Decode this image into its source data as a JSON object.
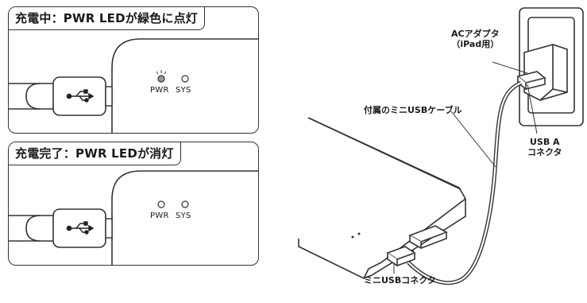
{
  "panels": {
    "charging": {
      "title": "充電中：PWR LEDが緑色に点灯",
      "led_pwr": "PWR",
      "led_sys": "SYS"
    },
    "complete": {
      "title": "充電完了：PWR LEDが消灯",
      "led_pwr": "PWR",
      "led_sys": "SYS"
    }
  },
  "callouts": {
    "ac_adapter_line1": "ACアダプタ",
    "ac_adapter_line2": "（iPad用）",
    "cable": "付属のミニUSBケーブル",
    "usb_a_line1": "USB A",
    "usb_a_line2": "コネクタ",
    "mini_usb": "ミニUSBコネクタ"
  },
  "icons": [
    "usb-icon",
    "led-lit-icon",
    "led-off-icon",
    "ac-adapter-icon",
    "wall-outlet-icon",
    "battery-device-icon"
  ],
  "colors": {
    "line": "#333333",
    "background": "#ffffff",
    "led_lit": "#9a9a9a"
  }
}
